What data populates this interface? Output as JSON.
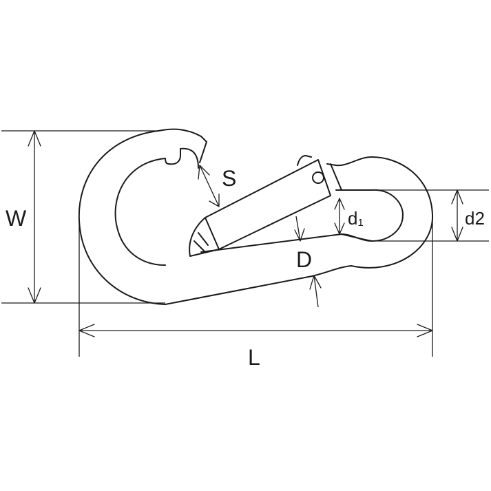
{
  "diagram": {
    "labels": {
      "W": "W",
      "L": "L",
      "S": "S",
      "D": "D",
      "d1_base": "d",
      "d1_sub": "1",
      "d2_base": "d",
      "d2_sub": "2"
    },
    "colors": {
      "line": "#1a1a1a",
      "background": "#ffffff"
    }
  }
}
